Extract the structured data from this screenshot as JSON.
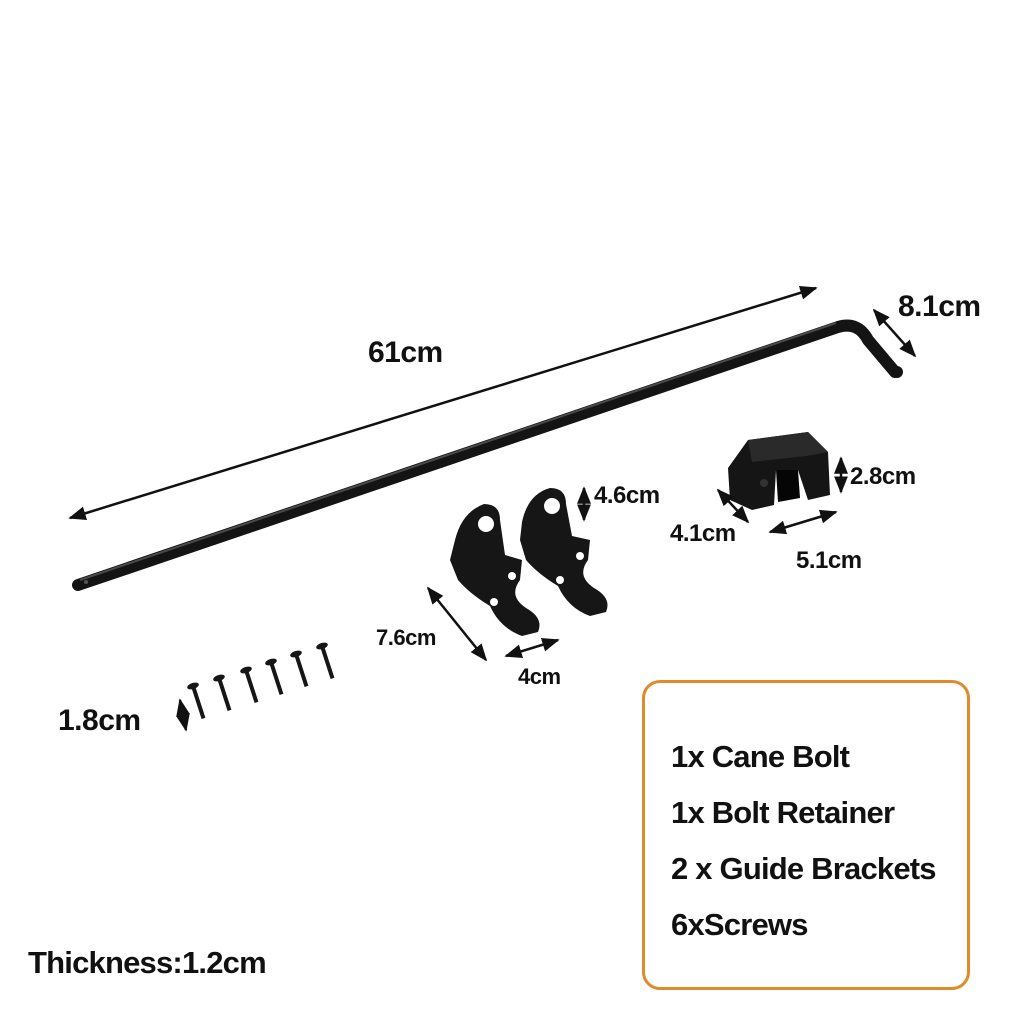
{
  "dimensions": {
    "rod_length": "61cm",
    "hook_length": "8.1cm",
    "retainer_height": "2.8cm",
    "retainer_depth": "4.1cm",
    "retainer_width": "5.1cm",
    "bracket_height": "4.6cm",
    "bracket_length": "7.6cm",
    "bracket_width": "4cm",
    "screw_length": "1.8cm"
  },
  "contents": [
    "1x Cane Bolt",
    "1x Bolt Retainer",
    "2 x Guide Brackets",
    "6xScrews"
  ],
  "thickness_label": "Thickness:1.2cm",
  "colors": {
    "metal": "#141414",
    "box_border": "#e08a2a",
    "text": "#111111"
  }
}
